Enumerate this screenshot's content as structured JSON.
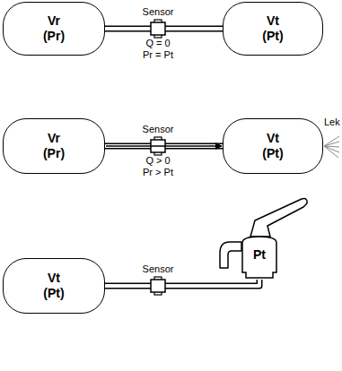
{
  "diagram": {
    "nodes": [
      {
        "text": [
          "Vr",
          "(Pr)"
        ]
      },
      {
        "text": [
          "Vt",
          "(Pt)"
        ]
      },
      {
        "text": [
          "Vr",
          "(Pr)"
        ]
      },
      {
        "text": [
          "Vt",
          "(Pt)"
        ]
      },
      {
        "text": [
          "Vt",
          "(Pt)"
        ]
      },
      {
        "text": [
          "Pt"
        ]
      }
    ],
    "edges": [
      {
        "from": 0,
        "to": 1,
        "arrow": "none",
        "label": "Sensor"
      },
      {
        "from": 2,
        "to": 3,
        "arrow": "to",
        "label": "Sensor"
      },
      {
        "from": 4,
        "to": 5,
        "arrow": "none",
        "label": "Sensor"
      }
    ],
    "labels": [
      "Q = 0",
      "Pr = Pt",
      "Q > 0",
      "Pr > Pt",
      "Lek"
    ]
  }
}
